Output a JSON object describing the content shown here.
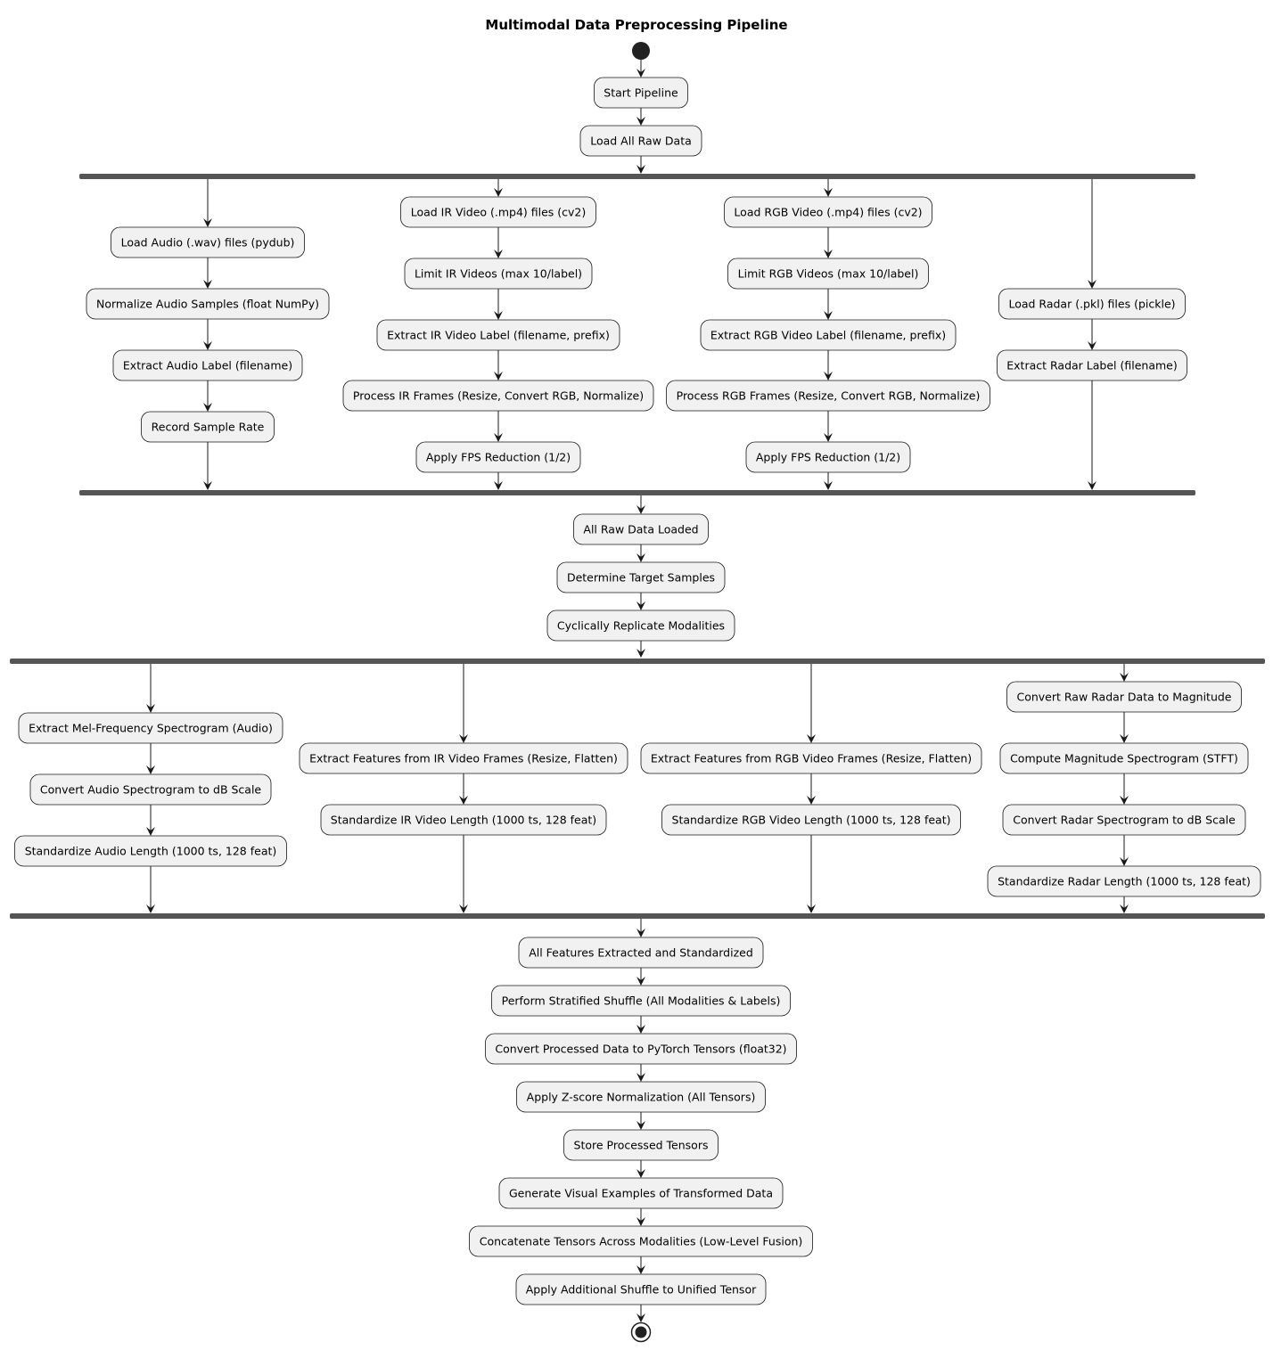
{
  "title": "Multimodal Data Preprocessing Pipeline",
  "colors": {
    "node_fill": "#f1f1f1",
    "node_stroke": "#181818",
    "bar": "#555555",
    "start": "#222222"
  },
  "steps_intro": [
    "Start Pipeline",
    "Load All Raw Data"
  ],
  "load_branches": [
    [
      "Load Audio (.wav) files (pydub)",
      "Normalize Audio Samples (float NumPy)",
      "Extract Audio Label (filename)",
      "Record Sample Rate"
    ],
    [
      "Load IR Video (.mp4) files (cv2)",
      "Limit IR Videos (max 10/label)",
      "Extract IR Video Label (filename, prefix)",
      "Process IR Frames (Resize, Convert RGB, Normalize)",
      "Apply FPS Reduction (1/2)"
    ],
    [
      "Load RGB Video (.mp4) files (cv2)",
      "Limit RGB Videos (max 10/label)",
      "Extract RGB Video Label (filename, prefix)",
      "Process RGB Frames (Resize, Convert RGB, Normalize)",
      "Apply FPS Reduction (1/2)"
    ],
    [
      "Load Radar (.pkl) files (pickle)",
      "Extract Radar Label (filename)"
    ]
  ],
  "steps_middle": [
    "All Raw Data Loaded",
    "Determine Target Samples",
    "Cyclically Replicate Modalities"
  ],
  "feature_branches": [
    [
      "Extract Mel-Frequency Spectrogram (Audio)",
      "Convert Audio Spectrogram to dB Scale",
      "Standardize Audio Length (1000 ts, 128 feat)"
    ],
    [
      "Extract Features from IR Video Frames (Resize, Flatten)",
      "Standardize IR Video Length (1000 ts, 128 feat)"
    ],
    [
      "Extract Features from RGB Video Frames (Resize, Flatten)",
      "Standardize RGB Video Length (1000 ts, 128 feat)"
    ],
    [
      "Convert Raw Radar Data to Magnitude",
      "Compute Magnitude Spectrogram (STFT)",
      "Convert Radar Spectrogram to dB Scale",
      "Standardize Radar Length (1000 ts, 128 feat)"
    ]
  ],
  "steps_final": [
    "All Features Extracted and Standardized",
    "Perform Stratified Shuffle (All Modalities & Labels)",
    "Convert Processed Data to PyTorch Tensors (float32)",
    "Apply Z-score Normalization (All Tensors)",
    "Store Processed Tensors",
    "Generate Visual Examples of Transformed Data",
    "Concatenate Tensors Across Modalities (Low-Level Fusion)",
    "Apply Additional Shuffle to Unified Tensor"
  ]
}
